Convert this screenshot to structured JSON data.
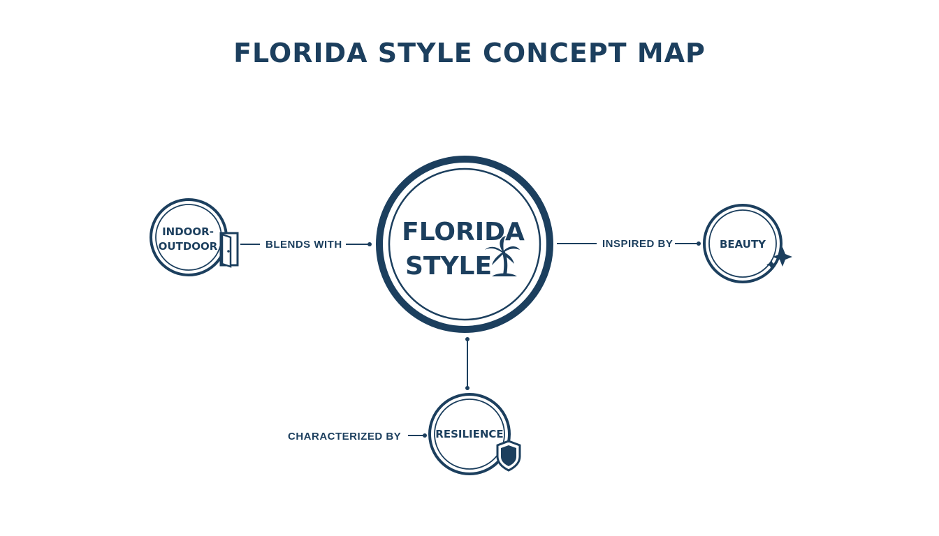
{
  "title": "FLORIDA STYLE CONCEPT MAP",
  "center": {
    "line1": "FLORIDA",
    "line2": "STYLE",
    "icon": "palm-tree-icon"
  },
  "nodes": {
    "indoor_outdoor": {
      "line1": "INDOOR-",
      "line2": "OUTDOOR",
      "icon": "door-icon"
    },
    "beauty": {
      "label": "BEAUTY",
      "icon": "sparkle-icon"
    },
    "resilience": {
      "label": "RESILIENCE",
      "icon": "shield-icon"
    }
  },
  "edges": {
    "blends_with": "BLENDS WITH",
    "inspired_by": "INSPIRED BY",
    "characterized_by": "CHARACTERIZED BY"
  },
  "colors": {
    "primary": "#1c3f5e",
    "background": "#ffffff"
  }
}
